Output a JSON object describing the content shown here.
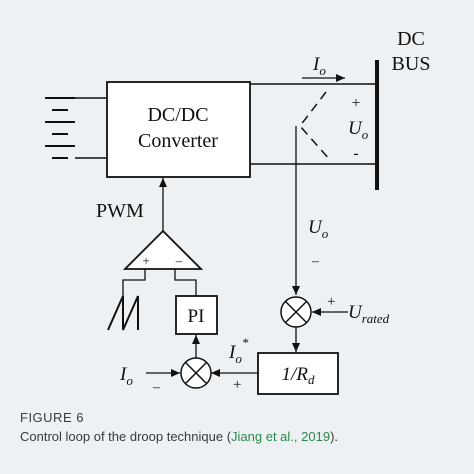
{
  "diagram": {
    "bus_label_line1": "DC",
    "bus_label_line2": "BUS",
    "converter_line1": "DC/DC",
    "converter_line2": "Converter",
    "pwm_label": "PWM",
    "io_top": "I",
    "io_top_sub": "o",
    "plus_sign": "+",
    "minus_sign": "-",
    "uo_side": "U",
    "uo_side_sub": "o",
    "uo_mid": "U",
    "uo_mid_sub": "o",
    "uo_mid_minus": "–",
    "comp_plus": "+",
    "comp_minus": "–",
    "pi_label": "PI",
    "urated_plus": "+",
    "urated": "U",
    "urated_sub": "rated",
    "rd_label": "1/R",
    "rd_sub": "d",
    "io_star": "I",
    "io_star_sub": "o",
    "io_star_sup": "*",
    "io_in": "I",
    "io_in_sub": "o",
    "io_in_minus": "–",
    "sum2_plus": "+"
  },
  "caption": {
    "figure_label": "FIGURE 6",
    "text_before": "Control loop of the droop technique (",
    "citation": "Jiang et al., 2019",
    "text_after": ")."
  }
}
